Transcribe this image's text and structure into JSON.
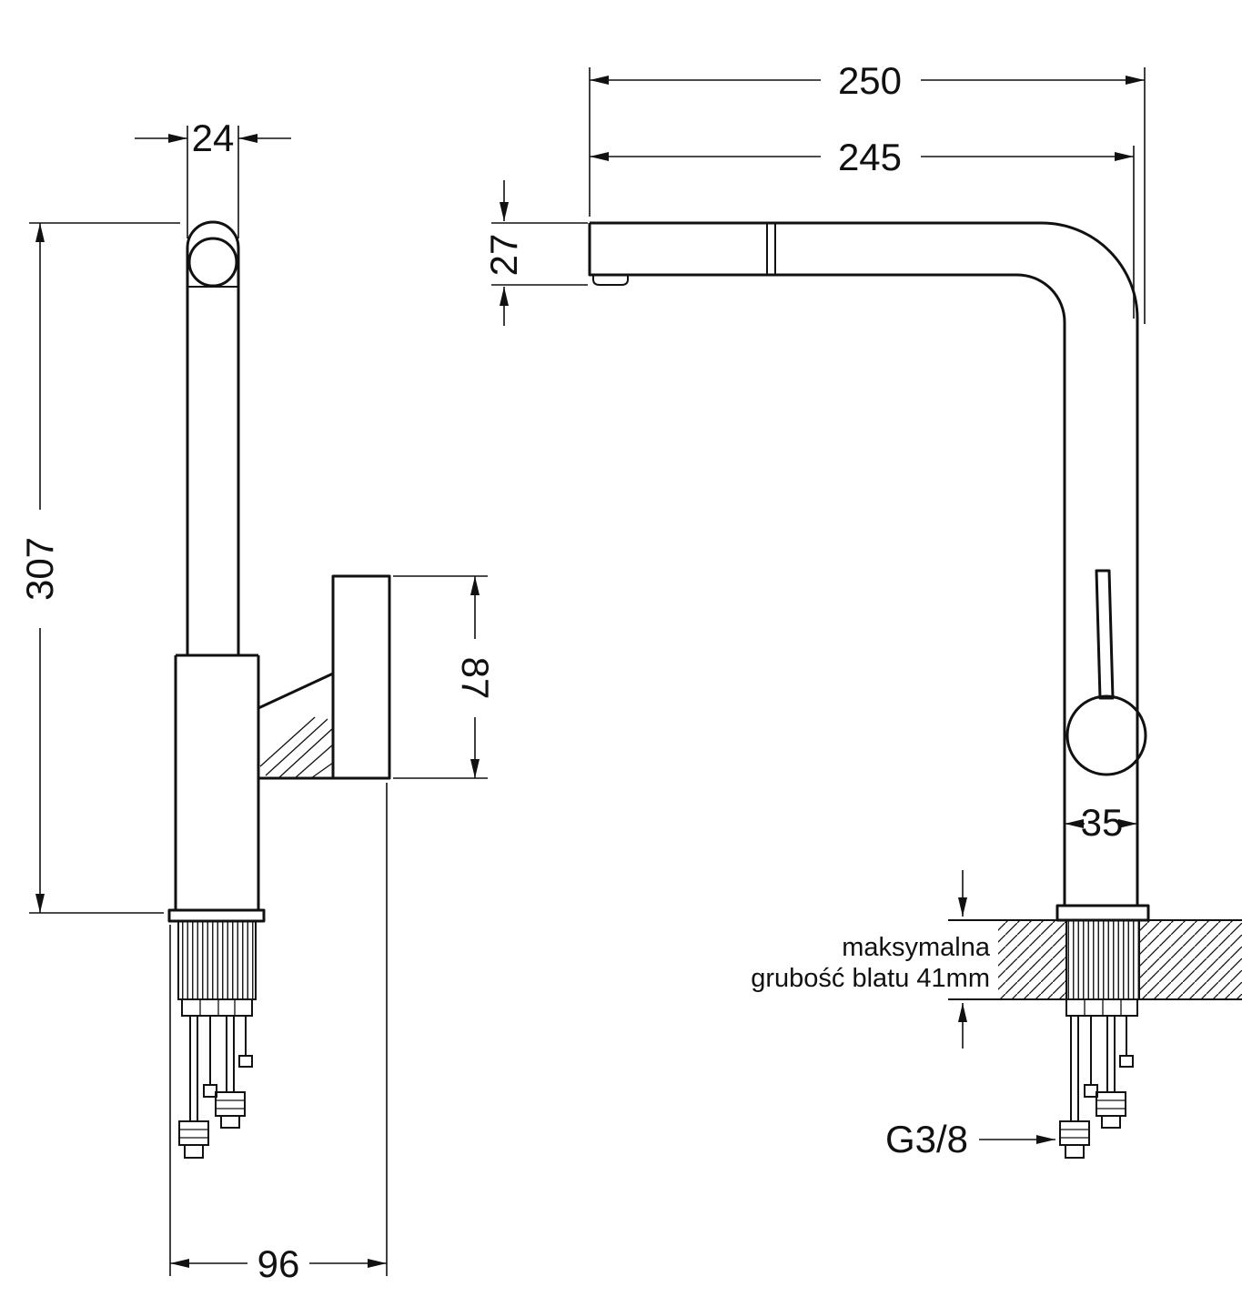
{
  "colors": {
    "line": "#111111",
    "background": "#ffffff"
  },
  "labels": {
    "dim_spout_width": "24",
    "dim_total_height": "307",
    "dim_handle_length": "87",
    "dim_base_reach": "96",
    "dim_total_reach": "250",
    "dim_spout_reach": "245",
    "dim_spout_tip_height": "27",
    "dim_body_width": "35",
    "note_line1": "maksymalna",
    "note_line2": "grubość blatu 41mm",
    "thread_size": "G3/8"
  }
}
